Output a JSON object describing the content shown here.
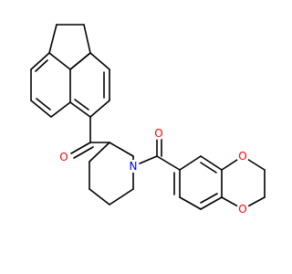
{
  "molecule": {
    "atom_labels": {
      "ketone_oxygen_left": "O",
      "piperidine_nitrogen": "N",
      "amide_oxygen": "O",
      "dioxane_oxygen_top": "O",
      "dioxane_oxygen_bottom": "O"
    },
    "colors": {
      "bond": "#000000",
      "oxygen": "#ff0000",
      "nitrogen": "#0000ff",
      "background": "#ffffff"
    }
  }
}
